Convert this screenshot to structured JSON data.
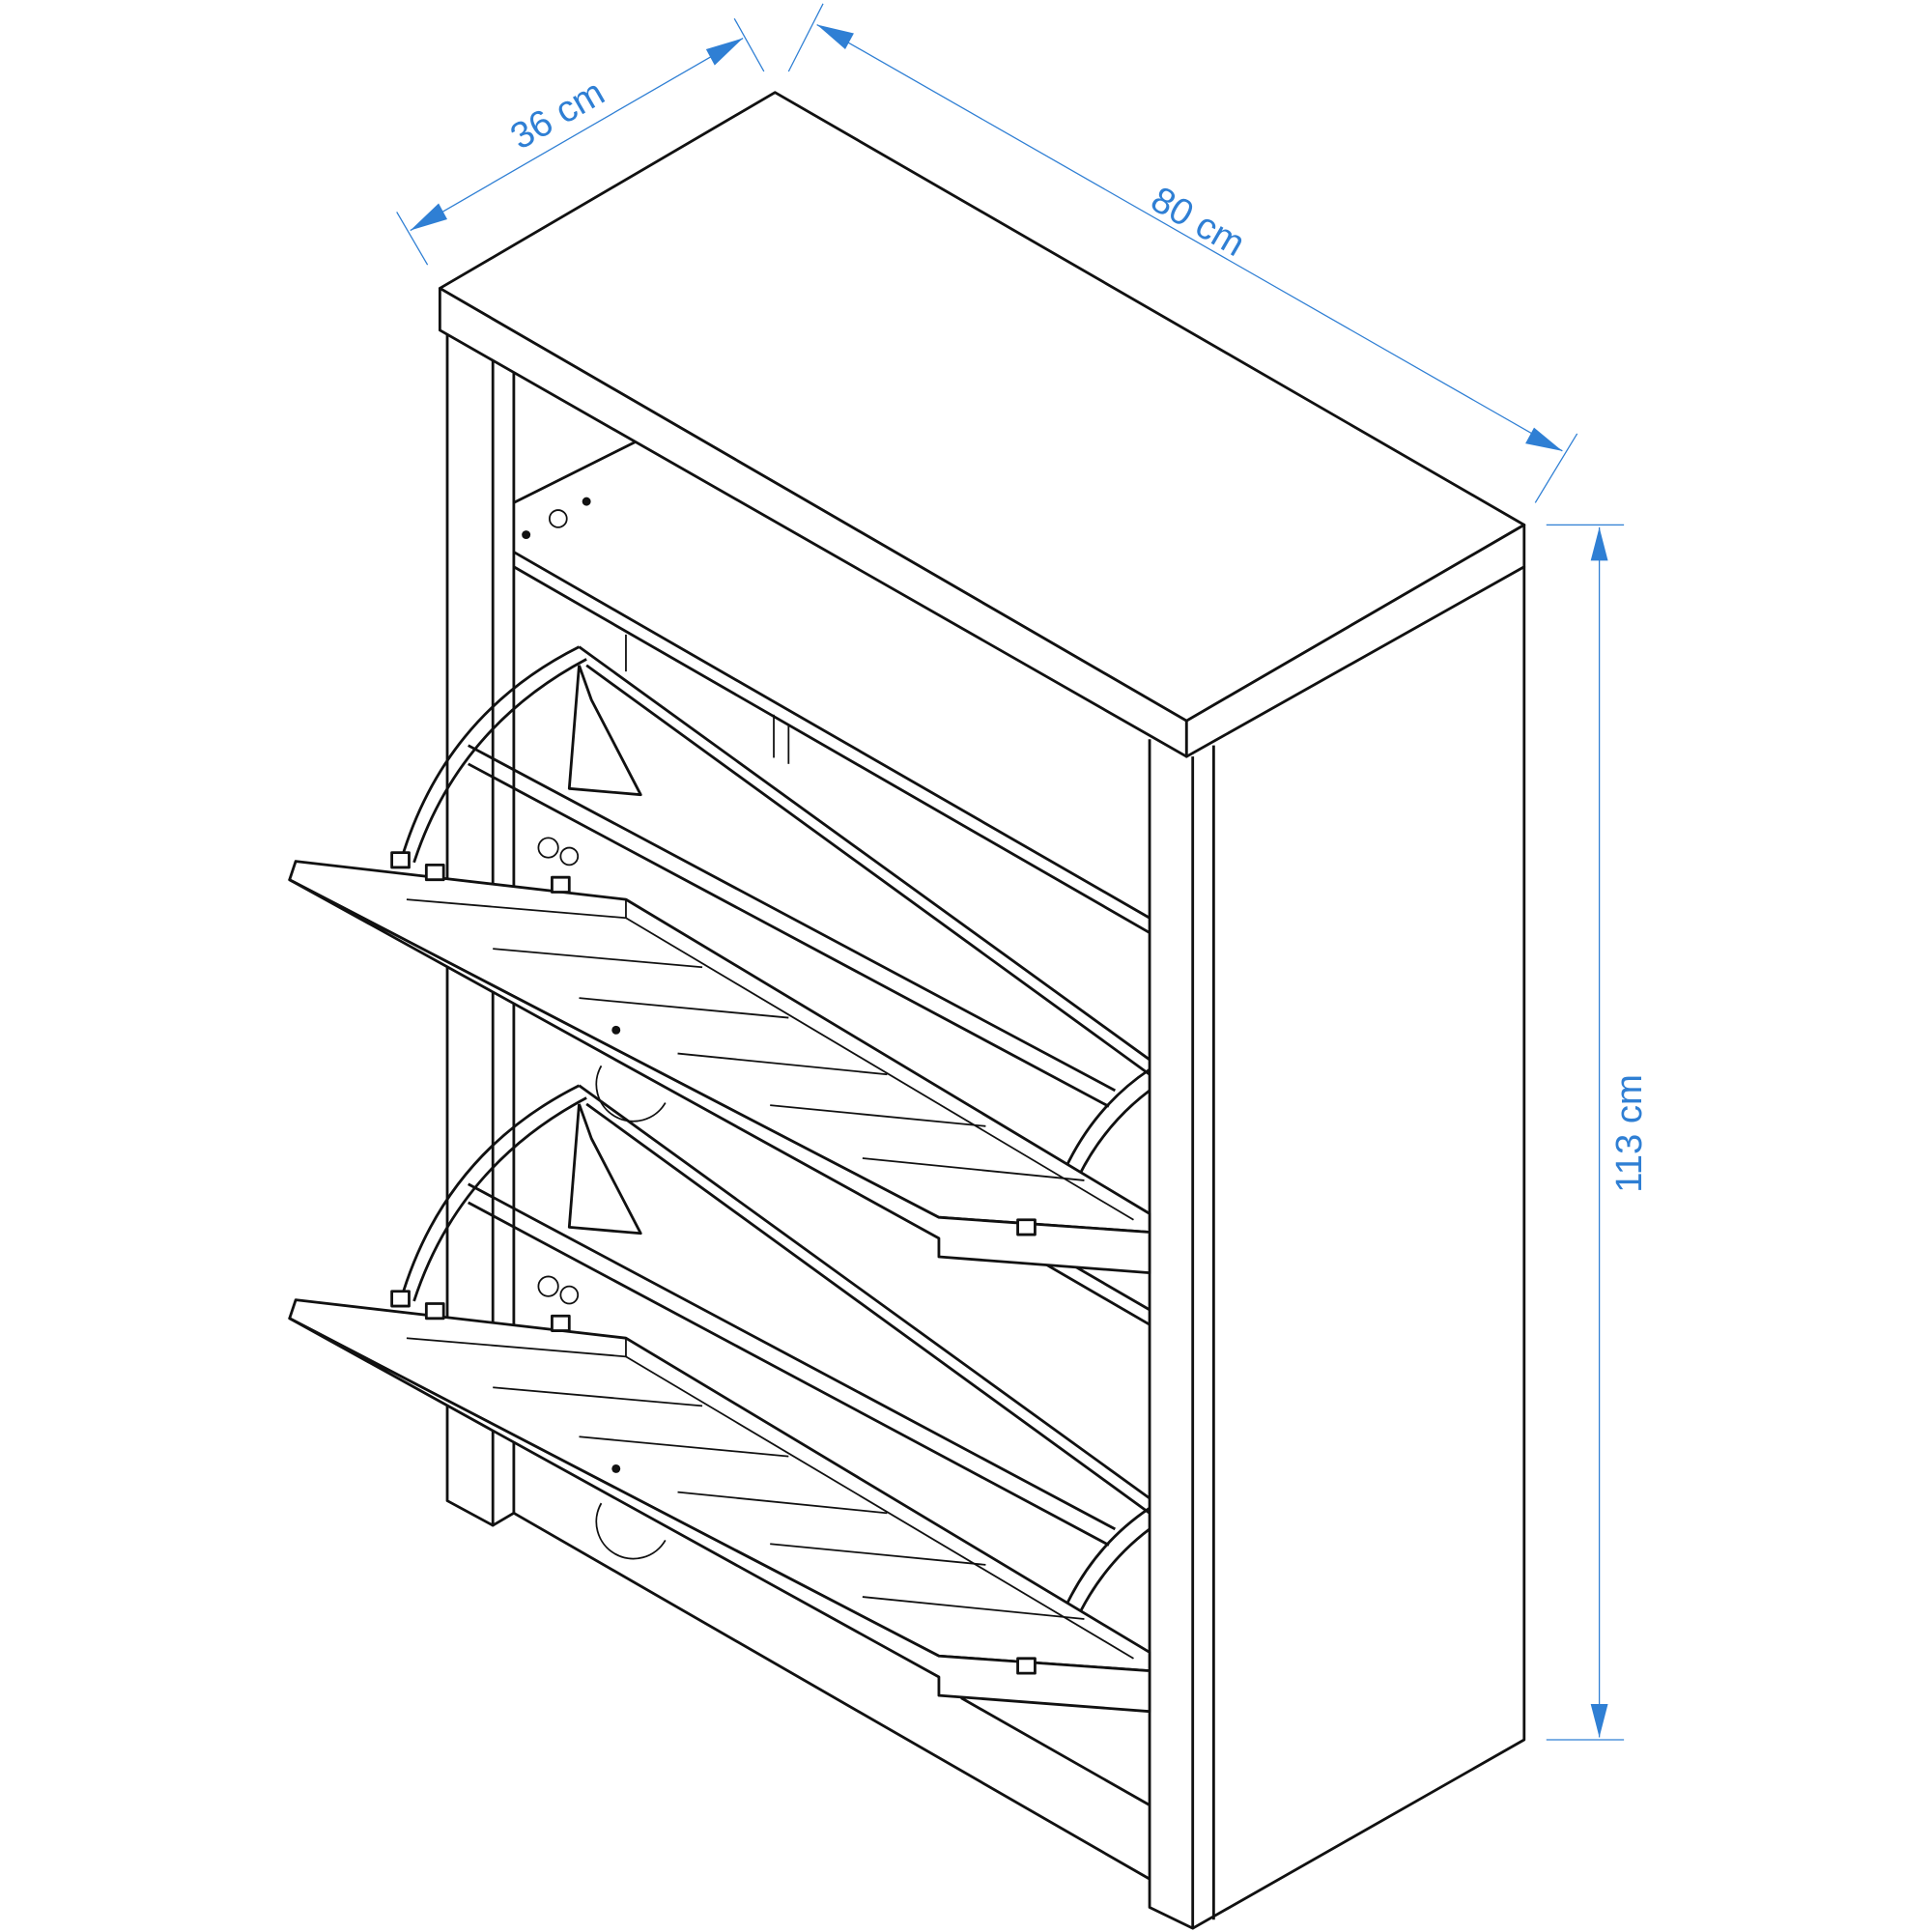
{
  "dimensions": {
    "depth": "36 cm",
    "width": "80 cm",
    "height": "113 cm"
  },
  "colors": {
    "dimension": "#2f7fd4",
    "line": "#111111"
  }
}
